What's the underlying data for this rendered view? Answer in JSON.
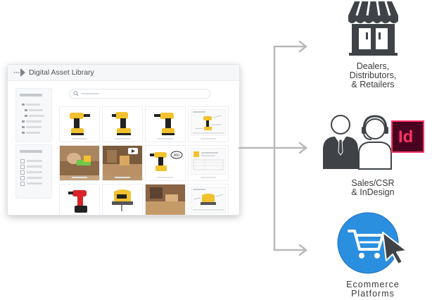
{
  "library": {
    "title": "Digital Asset Library",
    "search": {
      "icon": "search-icon"
    }
  },
  "destinations": [
    {
      "icon": "storefront-icon",
      "lines": [
        "Dealers,",
        "Distributors,",
        "& Retailers"
      ]
    },
    {
      "icon": "people-headset-indesign-icon",
      "badge": "Id",
      "lines": [
        "Sales/CSR",
        "& InDesign"
      ]
    },
    {
      "icon": "shopping-cart-cursor-icon",
      "lines": [
        "Ecommerce",
        "Platforms"
      ]
    }
  ],
  "colors": {
    "arrow": "#b9b9b9",
    "dark_icon": "#3f4347",
    "indesign_bg": "#49021f",
    "indesign_accent": "#ff3366",
    "ecommerce_blue": "#2b8fe0",
    "drill_yellow": "#f2c12e"
  }
}
